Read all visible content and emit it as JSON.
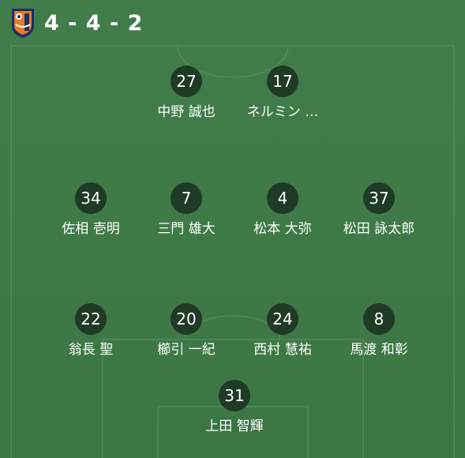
{
  "header": {
    "formation": "4 - 4 - 2",
    "crest_icon": "club-crest-icon"
  },
  "colors": {
    "pitch": "#3f7a48",
    "badge": "#1f3a25",
    "text": "#ffffff",
    "crest_orange": "#f07a1e",
    "crest_navy": "#1a2f6b"
  },
  "lineup": {
    "forwards": [
      {
        "number": "27",
        "name": "中野 誠也"
      },
      {
        "number": "17",
        "name": "ネルミン …"
      }
    ],
    "midfielders": [
      {
        "number": "34",
        "name": "佐相 壱明"
      },
      {
        "number": "7",
        "name": "三門 雄大"
      },
      {
        "number": "4",
        "name": "松本 大弥"
      },
      {
        "number": "37",
        "name": "松田 詠太郎"
      }
    ],
    "defenders": [
      {
        "number": "22",
        "name": "翁長 聖"
      },
      {
        "number": "20",
        "name": "櫛引 一紀"
      },
      {
        "number": "24",
        "name": "西村 慧祐"
      },
      {
        "number": "8",
        "name": "馬渡 和彰"
      }
    ],
    "goalkeeper": {
      "number": "31",
      "name": "上田 智輝"
    }
  }
}
